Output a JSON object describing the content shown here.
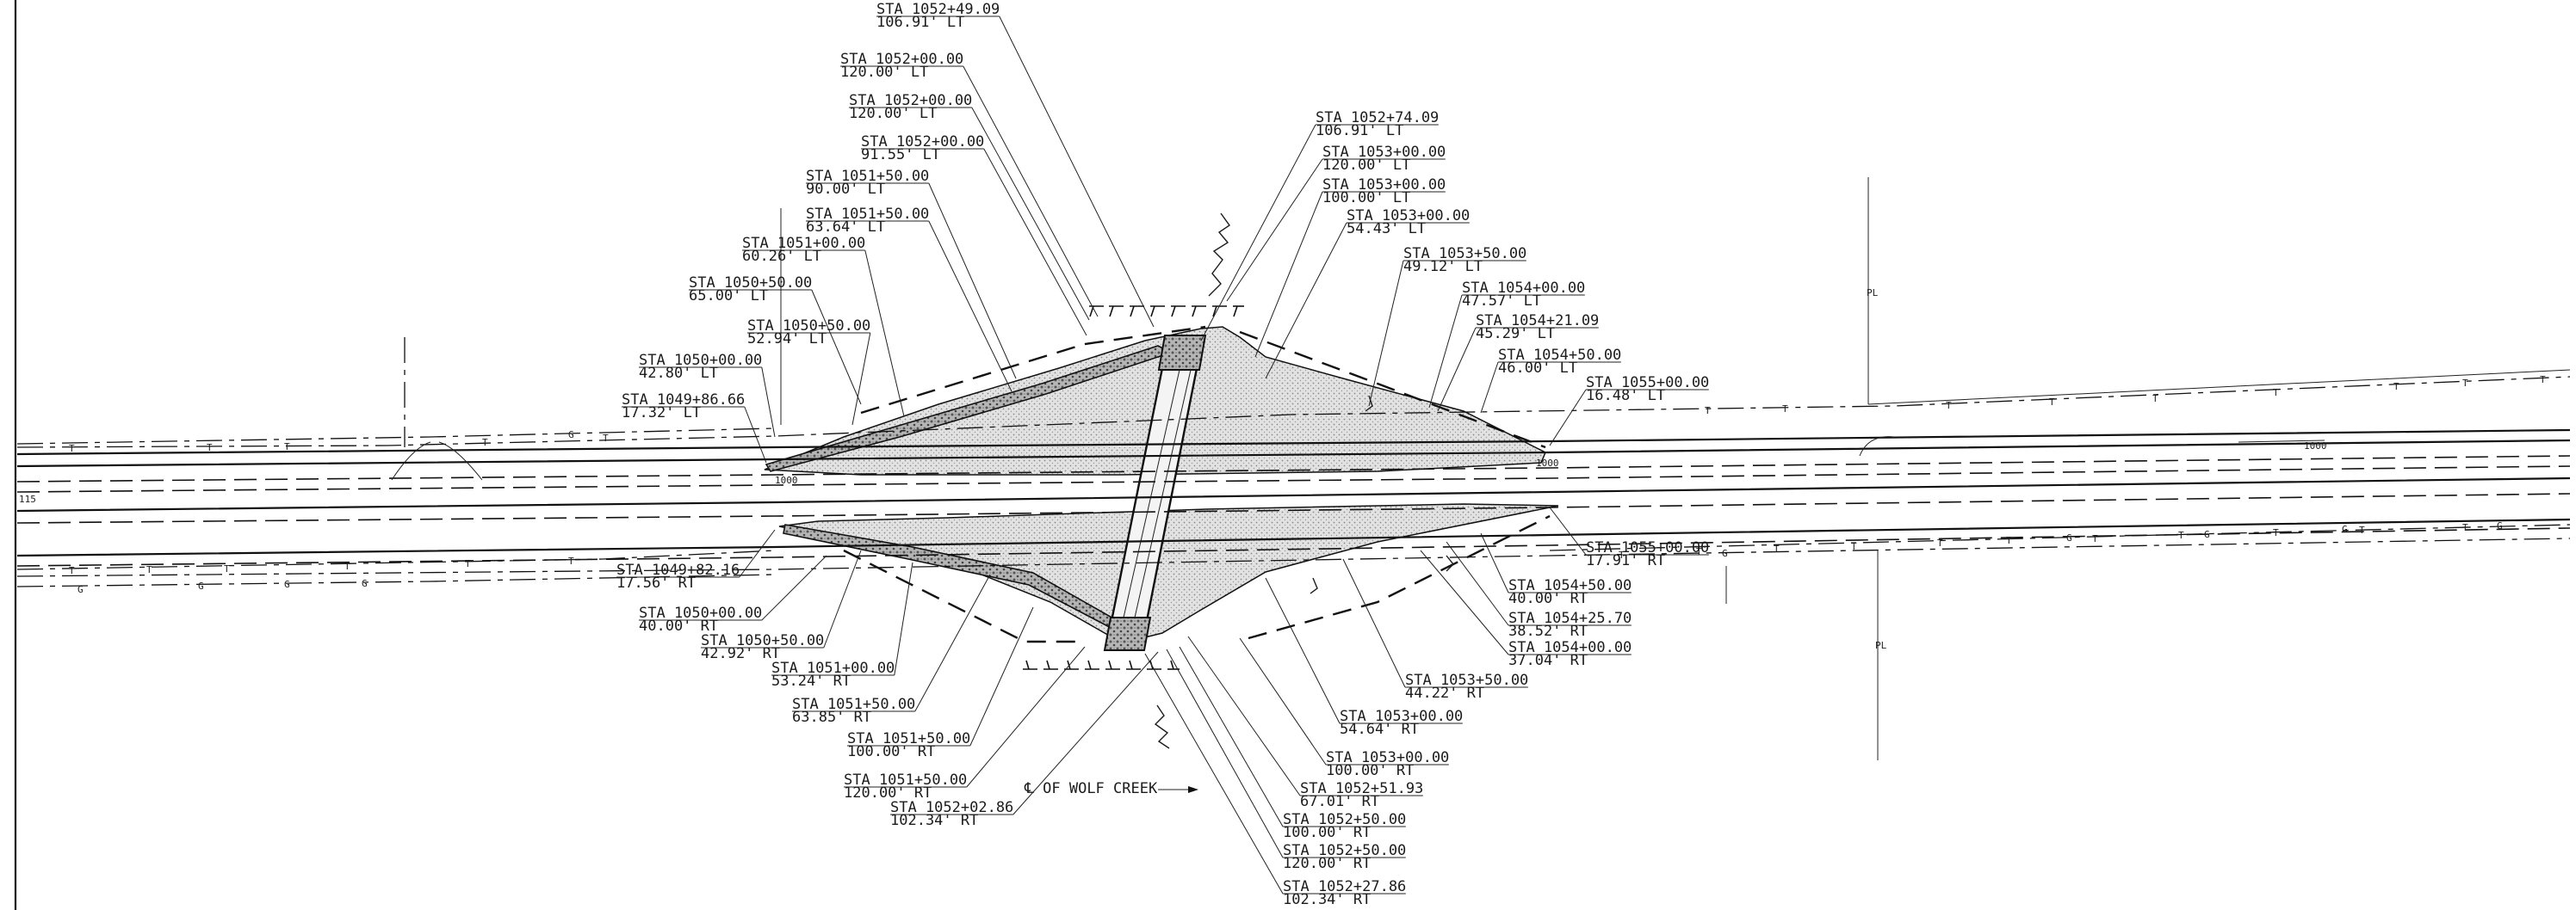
{
  "drawing": {
    "north_labels": [
      {
        "id": "n1",
        "sta": "STA 1052+49.09",
        "off": "106.91' LT"
      },
      {
        "id": "n2",
        "sta": "STA 1052+00.00",
        "off": "120.00' LT"
      },
      {
        "id": "n3",
        "sta": "STA 1052+00.00",
        "off": "120.00' LT"
      },
      {
        "id": "n4",
        "sta": "STA 1052+00.00",
        "off": "91.55' LT"
      },
      {
        "id": "n5",
        "sta": "STA 1051+50.00",
        "off": "90.00' LT"
      },
      {
        "id": "n6",
        "sta": "STA 1051+50.00",
        "off": "63.64' LT"
      },
      {
        "id": "n7",
        "sta": "STA 1051+00.00",
        "off": "60.26' LT"
      },
      {
        "id": "n8",
        "sta": "STA 1050+50.00",
        "off": "65.00' LT"
      },
      {
        "id": "n9",
        "sta": "STA 1050+50.00",
        "off": "52.94' LT"
      },
      {
        "id": "n10",
        "sta": "STA 1050+00.00",
        "off": "42.80' LT"
      },
      {
        "id": "n11",
        "sta": "STA 1049+86.66",
        "off": "17.32' LT"
      },
      {
        "id": "n12",
        "sta": "STA 1052+74.09",
        "off": "106.91' LT"
      },
      {
        "id": "n13",
        "sta": "STA 1053+00.00",
        "off": "120.00' LT"
      },
      {
        "id": "n14",
        "sta": "STA 1053+00.00",
        "off": "100.00' LT"
      },
      {
        "id": "n15",
        "sta": "STA 1053+00.00",
        "off": "54.43' LT"
      },
      {
        "id": "n16",
        "sta": "STA 1053+50.00",
        "off": "49.12' LT"
      },
      {
        "id": "n17",
        "sta": "STA 1054+00.00",
        "off": "47.57' LT"
      },
      {
        "id": "n18",
        "sta": "STA 1054+21.09",
        "off": "45.29' LT"
      },
      {
        "id": "n19",
        "sta": "STA 1054+50.00",
        "off": "46.00' LT"
      },
      {
        "id": "n20",
        "sta": "STA 1055+00.00",
        "off": "16.48' LT"
      }
    ],
    "south_labels": [
      {
        "id": "s1",
        "sta": "STA 1049+82.16",
        "off": "17.56' RT"
      },
      {
        "id": "s2",
        "sta": "STA 1050+00.00",
        "off": "40.00' RT"
      },
      {
        "id": "s3",
        "sta": "STA 1050+50.00",
        "off": "42.92' RT"
      },
      {
        "id": "s4",
        "sta": "STA 1051+00.00",
        "off": "53.24' RT"
      },
      {
        "id": "s5",
        "sta": "STA 1051+50.00",
        "off": "63.85' RT"
      },
      {
        "id": "s6",
        "sta": "STA 1051+50.00",
        "off": "100.00' RT"
      },
      {
        "id": "s7",
        "sta": "STA 1051+50.00",
        "off": "120.00' RT"
      },
      {
        "id": "s8",
        "sta": "STA 1052+02.86",
        "off": "102.34' RT"
      },
      {
        "id": "s9",
        "sta": "STA 1055+00.00",
        "off": "17.91' RT"
      },
      {
        "id": "s10",
        "sta": "STA 1054+50.00",
        "off": "40.00' RT"
      },
      {
        "id": "s11",
        "sta": "STA 1054+25.70",
        "off": "38.52' RT"
      },
      {
        "id": "s12",
        "sta": "STA 1054+00.00",
        "off": "37.04' RT"
      },
      {
        "id": "s13",
        "sta": "STA 1053+50.00",
        "off": "44.22' RT"
      },
      {
        "id": "s14",
        "sta": "STA 1053+00.00",
        "off": "54.64' RT"
      },
      {
        "id": "s15",
        "sta": "STA 1053+00.00",
        "off": "100.00' RT"
      },
      {
        "id": "s16",
        "sta": "STA 1052+51.93",
        "off": "67.01' RT"
      },
      {
        "id": "s17",
        "sta": "STA 1052+50.00",
        "off": "100.00' RT"
      },
      {
        "id": "s18",
        "sta": "STA 1052+50.00",
        "off": "120.00' RT"
      },
      {
        "id": "s19",
        "sta": "STA 1052+27.86",
        "off": "102.34' RT"
      }
    ],
    "creek_label": "℄ OF WOLF CREEK",
    "utility_letters": {
      "telephone": "T",
      "gas": "G"
    },
    "small_text": {
      "edge_115": "115",
      "n1000": "1000",
      "n1000b": "1000",
      "n1000c": "1000",
      "pl_north": "PL",
      "pl_south": "PL"
    }
  }
}
